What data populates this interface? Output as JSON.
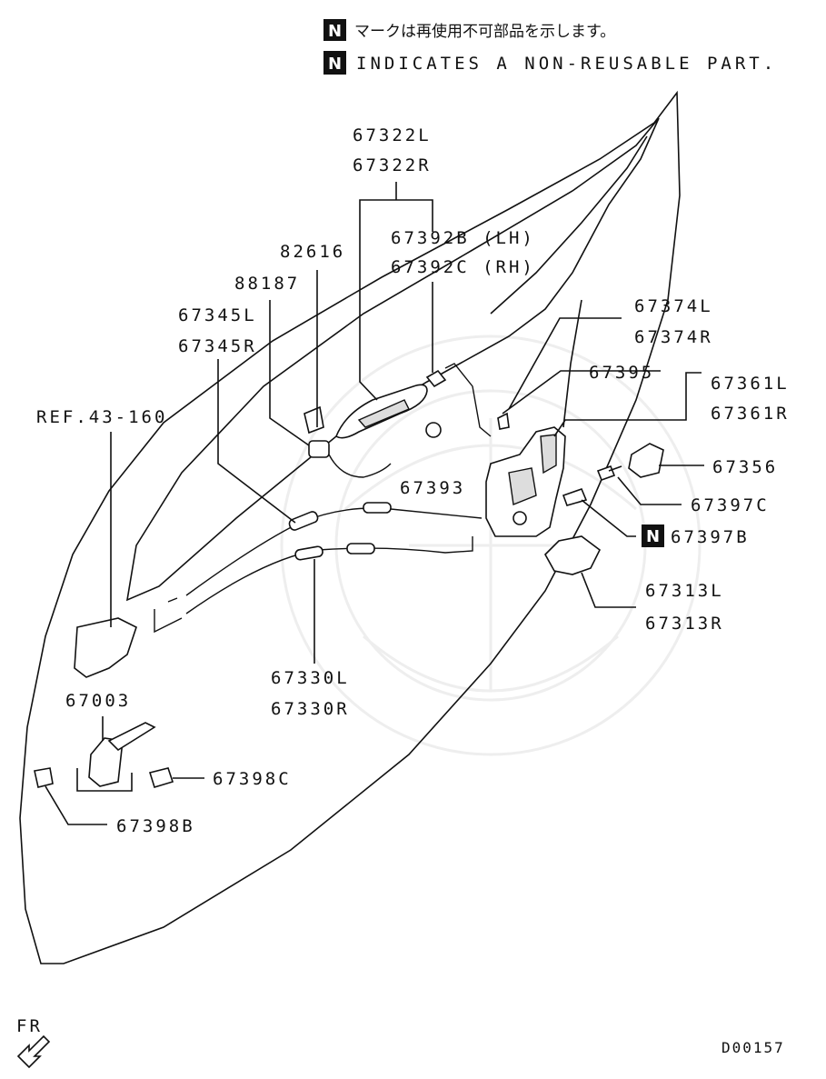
{
  "notice": {
    "badge": "N",
    "jp_text": "マークは再使用不可部品を示します。",
    "en_text": "INDICATES A NON-REUSABLE PART."
  },
  "labels": {
    "p67322": [
      "67322L",
      "67322R"
    ],
    "p67392": [
      "67392B (LH)",
      "67392C (RH)"
    ],
    "p82616": "82616",
    "p88187": "88187",
    "p67345": [
      "67345L",
      "67345R"
    ],
    "p67374": [
      "67374L",
      "67374R"
    ],
    "p67395": "67395",
    "p67361": [
      "67361L",
      "67361R"
    ],
    "ref": "REF.43-160",
    "p67393": "67393",
    "p67356": "67356",
    "p67397c": "67397C",
    "p67397b": "67397B",
    "p67313": [
      "67313L",
      "67313R"
    ],
    "p67330": [
      "67330L",
      "67330R"
    ],
    "p67003": "67003",
    "p67398c": "67398C",
    "p67398b": "67398B"
  },
  "footer": {
    "fr": "FR",
    "code": "D00157"
  }
}
